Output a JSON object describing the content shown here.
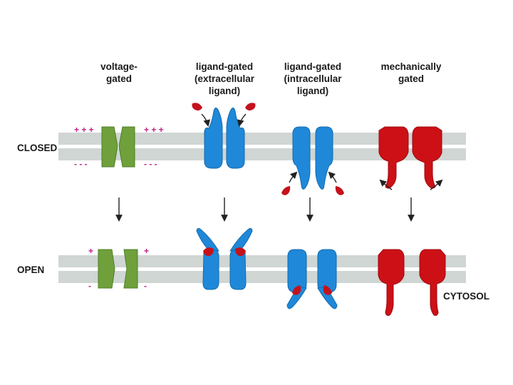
{
  "columns": [
    {
      "id": "voltage",
      "lines": [
        "voltage-",
        "gated"
      ]
    },
    {
      "id": "ligand-extra",
      "lines": [
        "ligand-gated",
        "(extracellular",
        "ligand)"
      ]
    },
    {
      "id": "ligand-intra",
      "lines": [
        "ligand-gated",
        "(intracellular",
        "ligand)"
      ]
    },
    {
      "id": "mechanical",
      "lines": [
        "mechanically",
        "gated"
      ]
    }
  ],
  "rows": {
    "closed": "CLOSED",
    "open": "OPEN",
    "cytosol": "CYTOSOL"
  },
  "charges": {
    "closed_plus": "+ + +",
    "closed_minus": "- - -",
    "open_plus": "+",
    "open_minus": "-"
  },
  "colors": {
    "membrane": "#cfd6d3",
    "voltage_channel": "#6fa03c",
    "ligand_channel": "#1f88d8",
    "mechanical_channel": "#cc1016",
    "ligand": "#c4121c",
    "charge": "#c0208a"
  }
}
